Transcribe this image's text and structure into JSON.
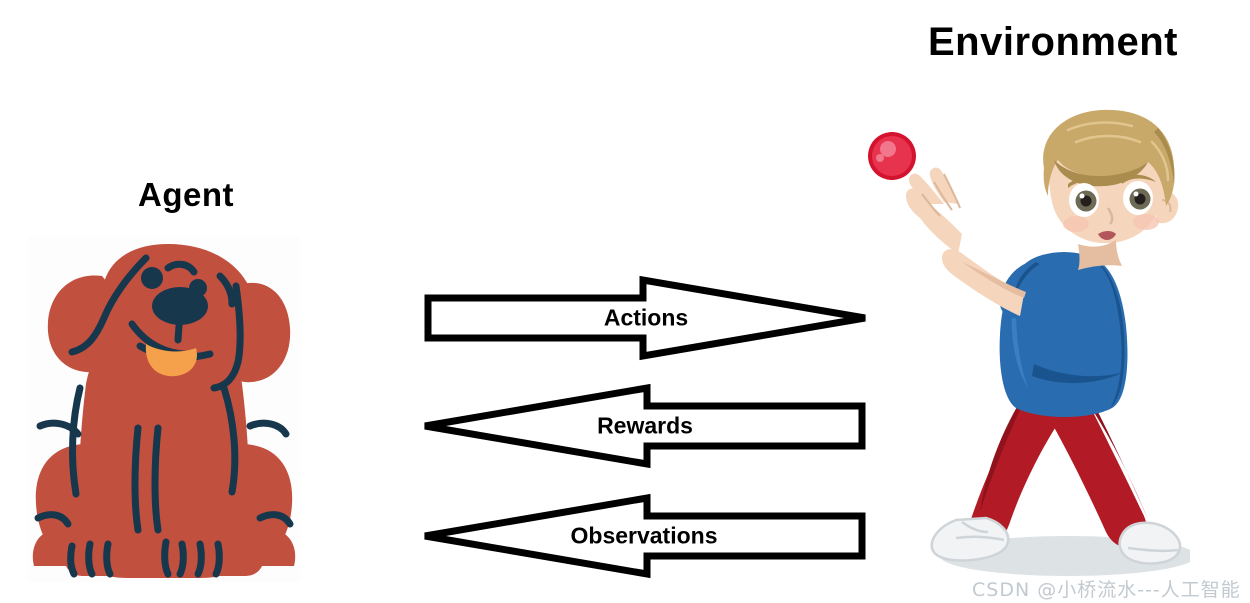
{
  "diagram": {
    "title_left": "Agent",
    "title_right": "Environment",
    "arrows": [
      {
        "label": "Actions",
        "direction": "right",
        "from": "Agent",
        "to": "Environment"
      },
      {
        "label": "Rewards",
        "direction": "left",
        "from": "Environment",
        "to": "Agent"
      },
      {
        "label": "Observations",
        "direction": "left",
        "from": "Environment",
        "to": "Agent"
      }
    ],
    "figures": {
      "agent": "dog-illustration",
      "environment": "boy-throwing-ball-illustration",
      "ball": "red-ball"
    },
    "colors": {
      "dog_body": "#c1503f",
      "dog_outline": "#17374d",
      "dog_tongue": "#f5a04a",
      "boy_shirt": "#2a6cb0",
      "boy_shirt_dark": "#1a548f",
      "boy_pants": "#b21b26",
      "boy_pants_dark": "#8f121c",
      "boy_hair": "#c9a96a",
      "boy_hair_dark": "#a98c4e",
      "boy_skin": "#f5d6bd",
      "ball": "#e0213f",
      "arrow_stroke": "#000000",
      "arrow_fill": "#ffffff",
      "watermark": "#c2c9cf"
    }
  },
  "watermark": {
    "text": "CSDN @小桥流水---人工智能"
  }
}
